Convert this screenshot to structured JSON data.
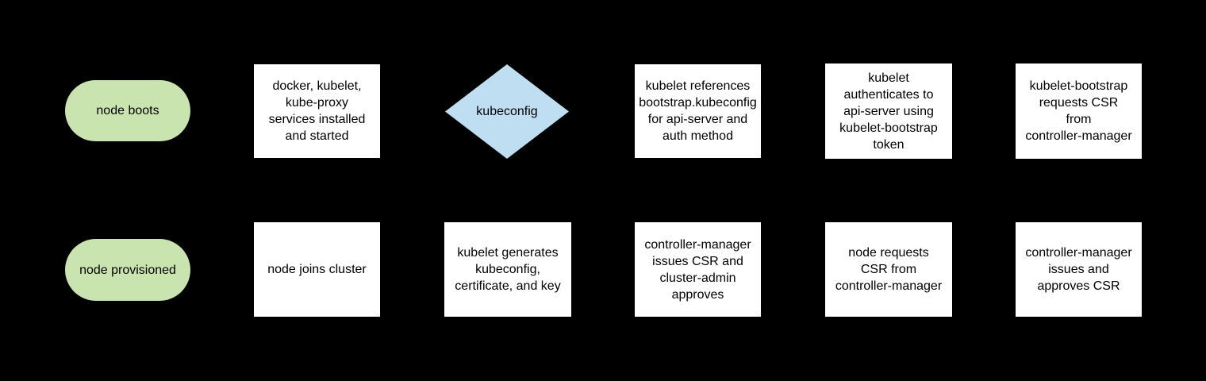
{
  "canvas": {
    "background_color": "#000000",
    "text_color": "#000000"
  },
  "colors": {
    "terminator_fill": "#c9e4ae",
    "process_fill": "#ffffff",
    "decision_fill": "#bfdef2"
  },
  "flowchart": {
    "nodes": [
      {
        "id": "node-boots",
        "shape": "terminator",
        "row": 1,
        "col": 1,
        "label": "node boots"
      },
      {
        "id": "services-installed",
        "shape": "process",
        "row": 1,
        "col": 2,
        "label": "docker, kubelet,\nkube-proxy\nservices installed\nand started"
      },
      {
        "id": "kubeconfig-decision",
        "shape": "decision",
        "row": 1,
        "col": 3,
        "label": "kubeconfig"
      },
      {
        "id": "kubelet-references-bootstrap",
        "shape": "process",
        "row": 1,
        "col": 4,
        "label": "kubelet references\nbootstrap.kubeconfig\nfor api-server and\nauth method"
      },
      {
        "id": "kubelet-authenticates",
        "shape": "process",
        "row": 1,
        "col": 5,
        "label": "kubelet\nauthenticates to\napi-server using\nkubelet-bootstrap\ntoken"
      },
      {
        "id": "kubelet-bootstrap-requests-csr",
        "shape": "process",
        "row": 1,
        "col": 6,
        "label": "kubelet-bootstrap\nrequests CSR\nfrom\ncontroller-manager"
      },
      {
        "id": "node-provisioned",
        "shape": "terminator",
        "row": 2,
        "col": 1,
        "label": "node provisioned"
      },
      {
        "id": "node-joins-cluster",
        "shape": "process",
        "row": 2,
        "col": 2,
        "label": "node joins cluster"
      },
      {
        "id": "kubelet-generates-kubeconfig",
        "shape": "process",
        "row": 2,
        "col": 3,
        "label": "kubelet generates\nkubeconfig,\ncertificate, and key"
      },
      {
        "id": "controller-manager-issues-csr",
        "shape": "process",
        "row": 2,
        "col": 4,
        "label": "controller-manager\nissues CSR and\ncluster-admin\napproves"
      },
      {
        "id": "node-requests-csr",
        "shape": "process",
        "row": 2,
        "col": 5,
        "label": "node requests\nCSR from\ncontroller-manager"
      },
      {
        "id": "controller-manager-approves-csr",
        "shape": "process",
        "row": 2,
        "col": 6,
        "label": "controller-manager\nissues and\napproves CSR"
      }
    ]
  }
}
